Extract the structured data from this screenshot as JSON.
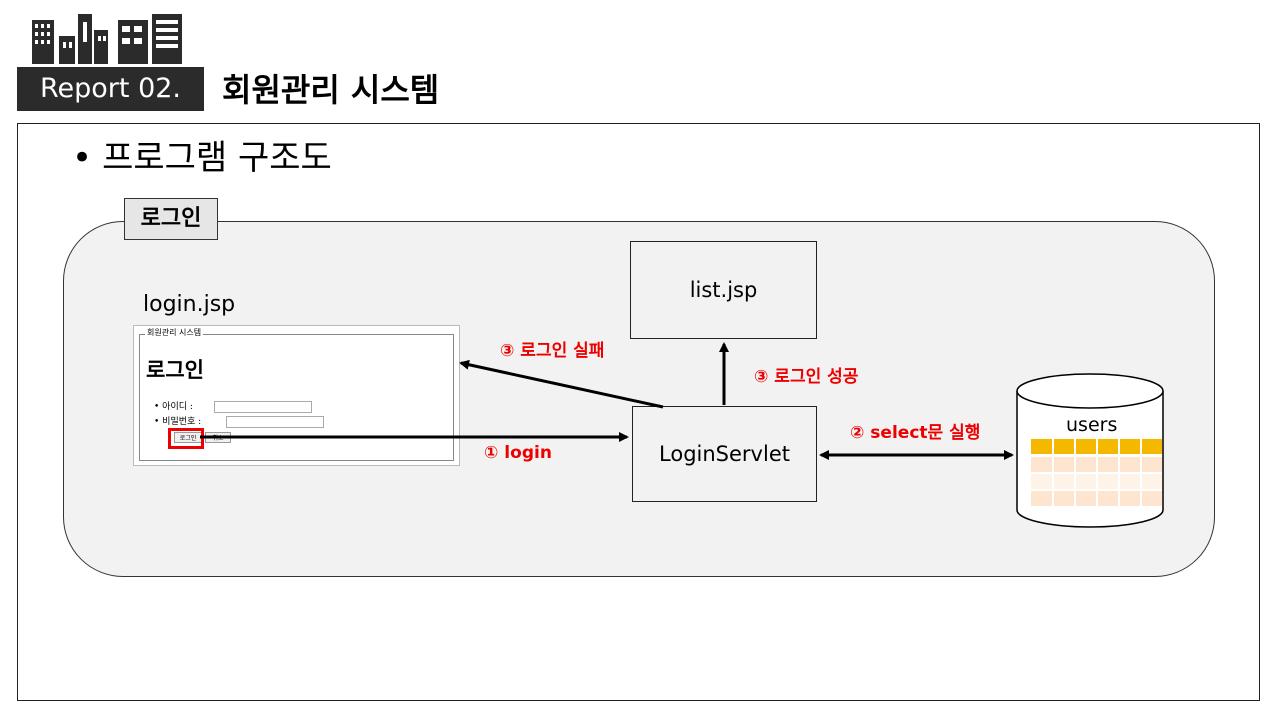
{
  "header": {
    "logo_icon": "building-skyline-icon",
    "badge": "Report 02.",
    "title": "회원관리 시스템"
  },
  "content": {
    "bullet": "프로그램 구조도",
    "group_label": "로그인"
  },
  "login_jsp": {
    "file_label": "login.jsp",
    "legend": "회원관리 시스템",
    "heading": "로그인",
    "id_label": "아이디 :",
    "pw_label": "비밀번호 :",
    "login_button": "로그인",
    "cancel_button": "취소"
  },
  "nodes": {
    "list_jsp": "list.jsp",
    "login_servlet": "LoginServlet",
    "db_name": "users"
  },
  "flows": {
    "step1": "① login",
    "step2": "② select문 실행",
    "step3_success": "③ 로그인 성공",
    "step3_fail": "③ 로그인 실패"
  },
  "colors": {
    "accent_red": "#e00000",
    "table_header": "#f5b800",
    "table_row_a": "#fde5cf",
    "table_row_b": "#fff2e6"
  }
}
